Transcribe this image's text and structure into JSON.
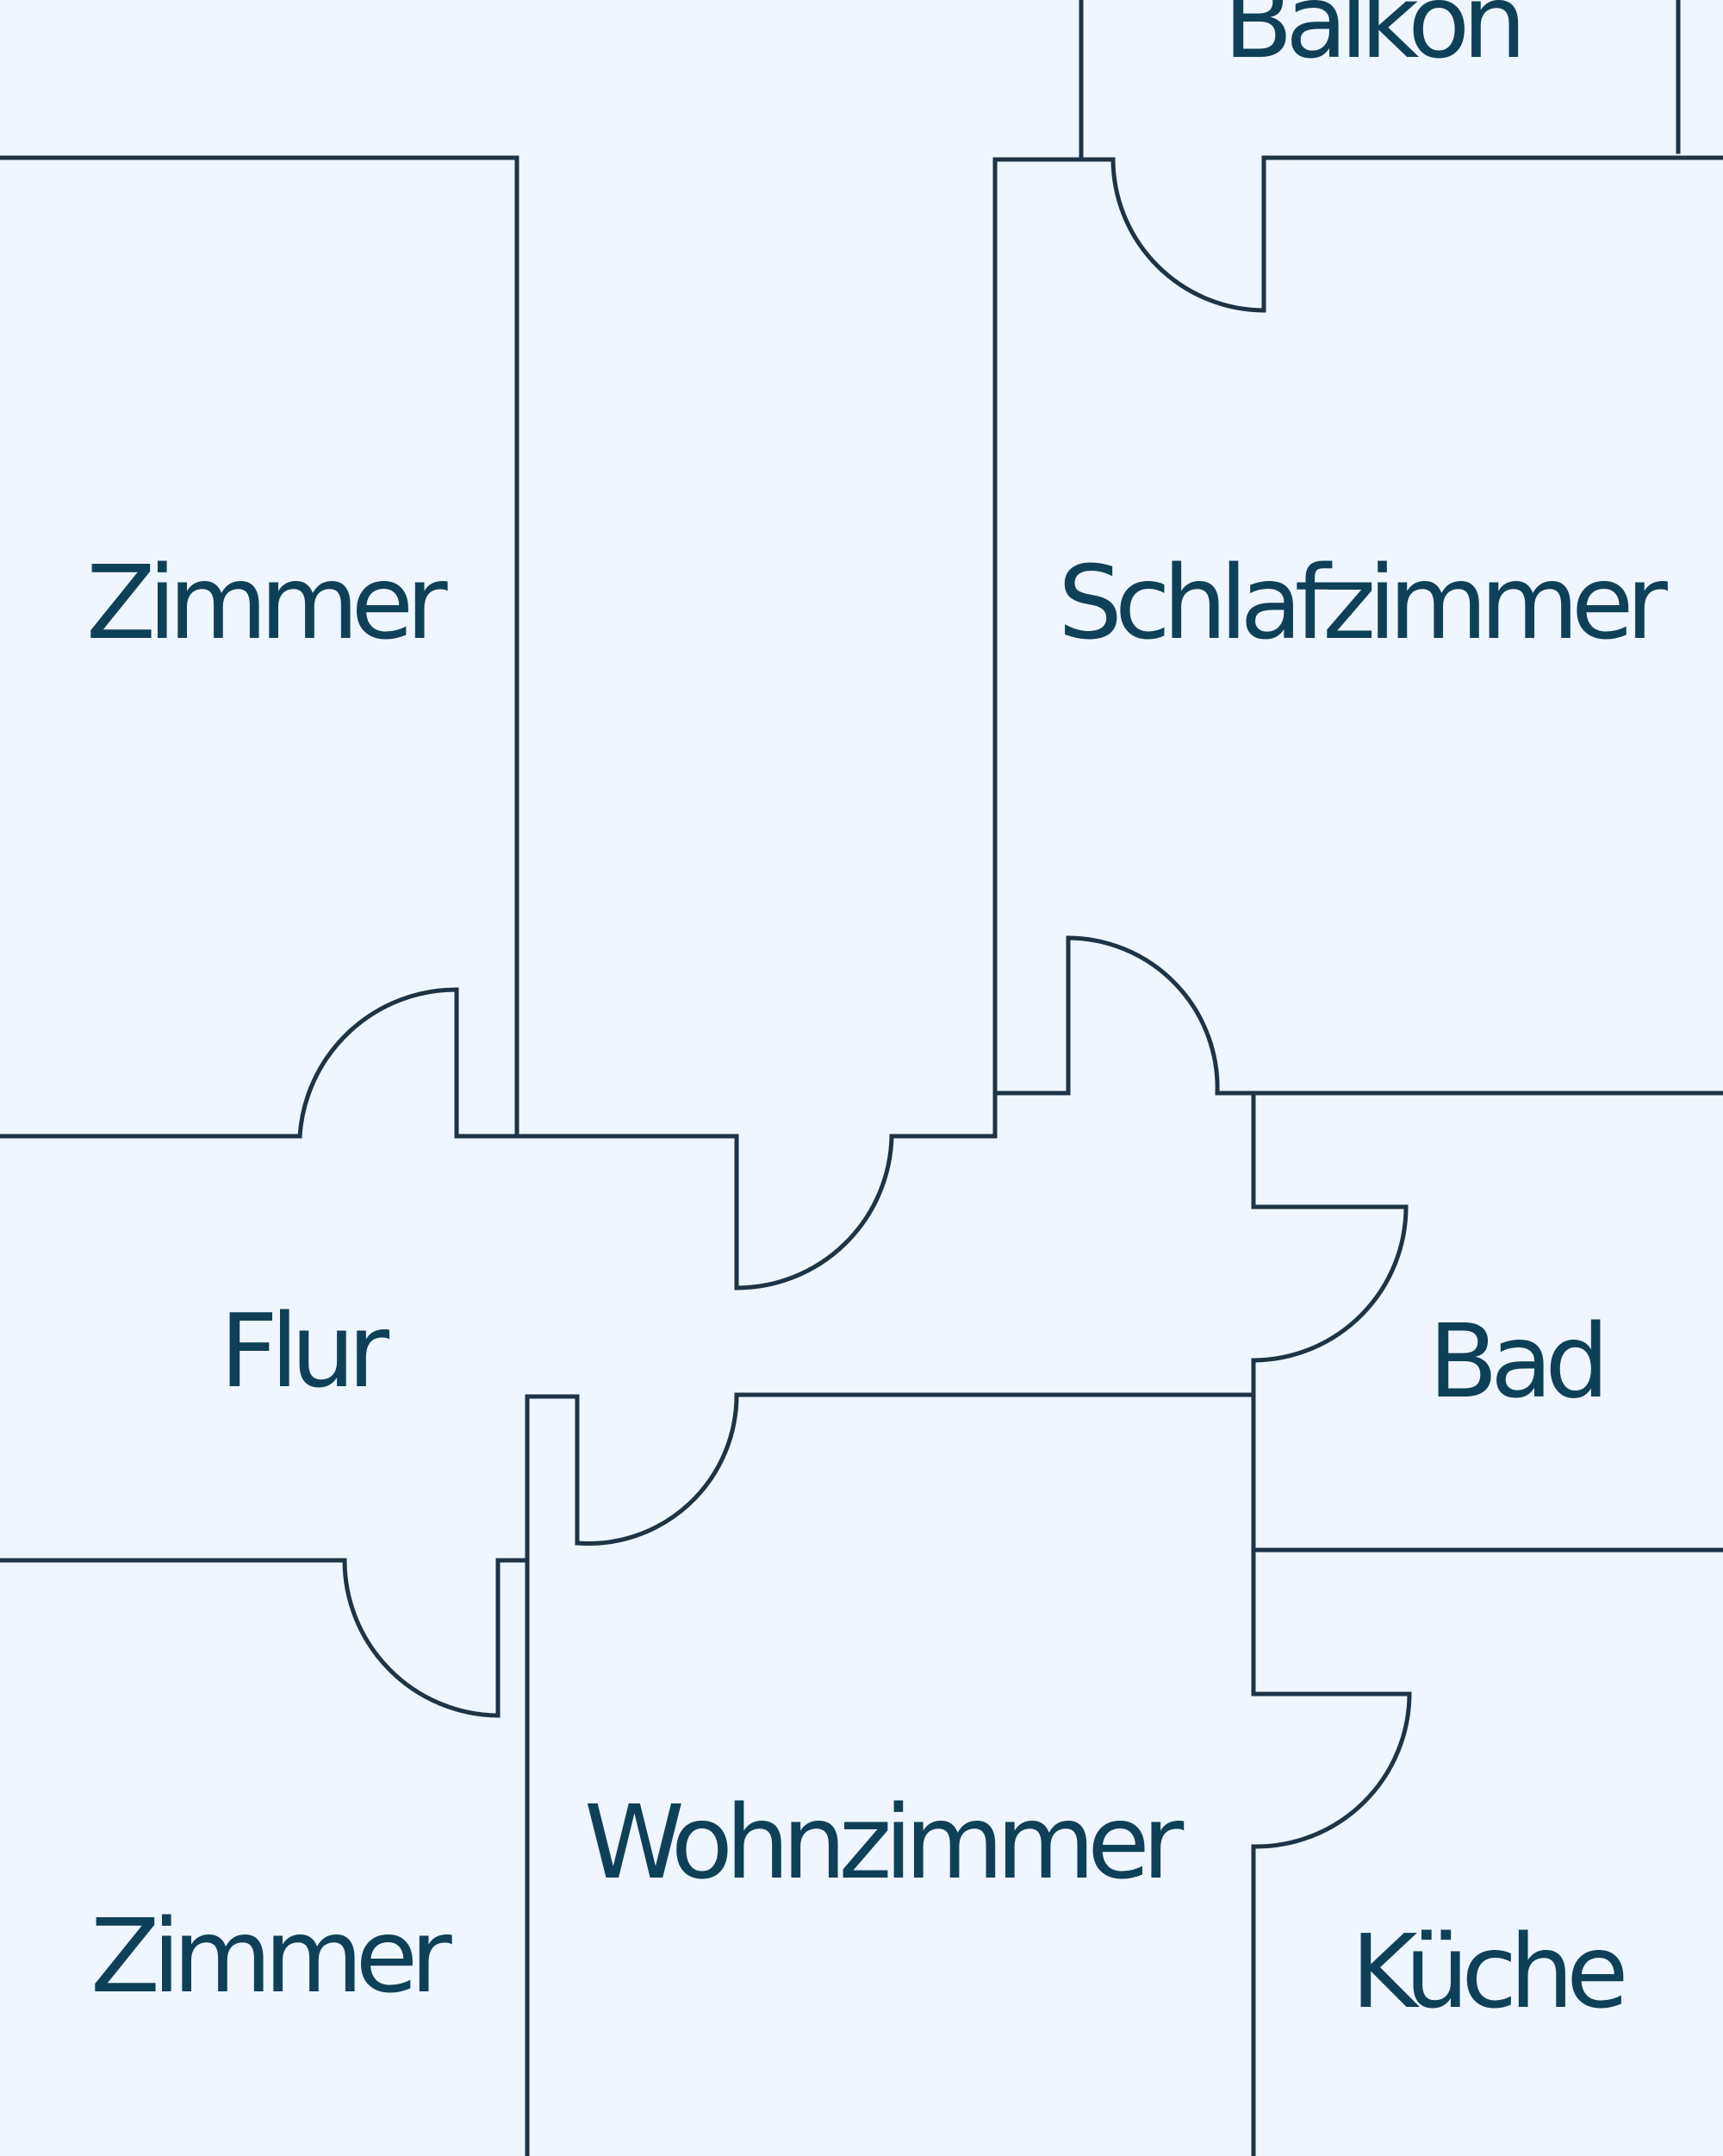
{
  "colors": {
    "background": "#eff6ff",
    "line": "#1f3347",
    "label": "#0f4059"
  },
  "rooms": {
    "balkon": "Balkon",
    "zimmer_top": "Zimmer",
    "schlafzimmer": "Schlafzimmer",
    "flur": "Flur",
    "bad": "Bad",
    "wohnzimmer": "Wohnzimmer",
    "zimmer_bottom": "Zimmer",
    "kueche": "Küche"
  }
}
